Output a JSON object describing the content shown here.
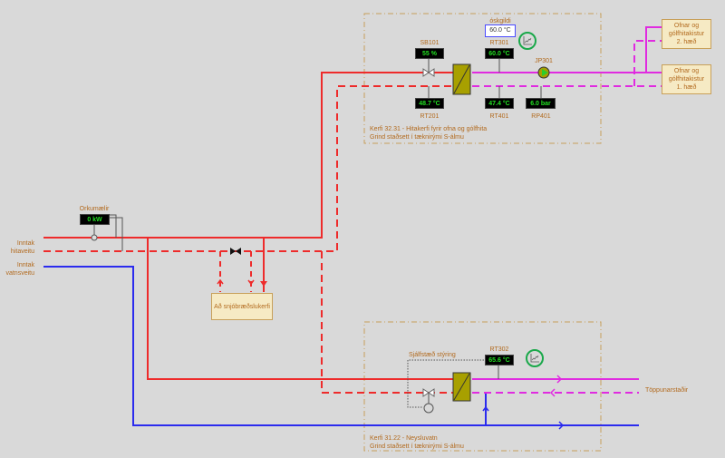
{
  "diagram": {
    "colors": {
      "supply": "#ee2b2b",
      "return": "#ee2b2b",
      "secondary": "#e02be0",
      "cold_water": "#2b2bee",
      "frame": "#c8a05a",
      "label": "#b26a1e",
      "display_text": "#22e022",
      "trend_ring": "#1aa84a",
      "heat_exchanger": "#a8a000"
    },
    "inlets": {
      "district_heating": "Inntak\nhitaveitu",
      "district_heating_l1": "Inntak",
      "district_heating_l2": "hitaveitu",
      "cold_water_l1": "Inntak",
      "cold_water_l2": "vatnsveitu"
    },
    "energy_meter": {
      "label": "Orkumælir",
      "value": "0 kW"
    },
    "snow_melt": {
      "label": "Að snjóbræðslukerfi"
    },
    "system_heating": {
      "caption_l1": "Kerfi 32.31 - Hitakerfi fyrir ofna og gólfhita",
      "caption_l2": "Grind staðsett í tæknirými S-álmu",
      "valve": {
        "tag": "SB101",
        "value": "55 %"
      },
      "supply_temp_primary_return": {
        "tag": "RT201",
        "value": "48.7 °C"
      },
      "setpoint": {
        "label": "óskgildi",
        "value": "60.0 °C"
      },
      "supply_temp": {
        "tag": "RT301",
        "value": "60.0 °C"
      },
      "return_temp": {
        "tag": "RT401",
        "value": "47.4 °C"
      },
      "pump": {
        "tag": "JP301"
      },
      "pressure": {
        "tag": "RP401",
        "value": "6.0 bar"
      },
      "consumers": [
        {
          "l1": "Ofnar og",
          "l2": "gólfhitakistur",
          "l3": "2. hæð"
        },
        {
          "l1": "Ofnar og",
          "l2": "gólfhitakistur",
          "l3": "1. hæð"
        }
      ]
    },
    "system_hot_water": {
      "caption_l1": "Kerfi 31.22 - Neysluvatn",
      "caption_l2": "Grind staðsett í tæknirými S-álmu",
      "control_label": "Sjálfstæð stýring",
      "supply_temp": {
        "tag": "RT302",
        "value": "65.6 °C"
      },
      "consumer": "Töppunarstaðir"
    }
  }
}
